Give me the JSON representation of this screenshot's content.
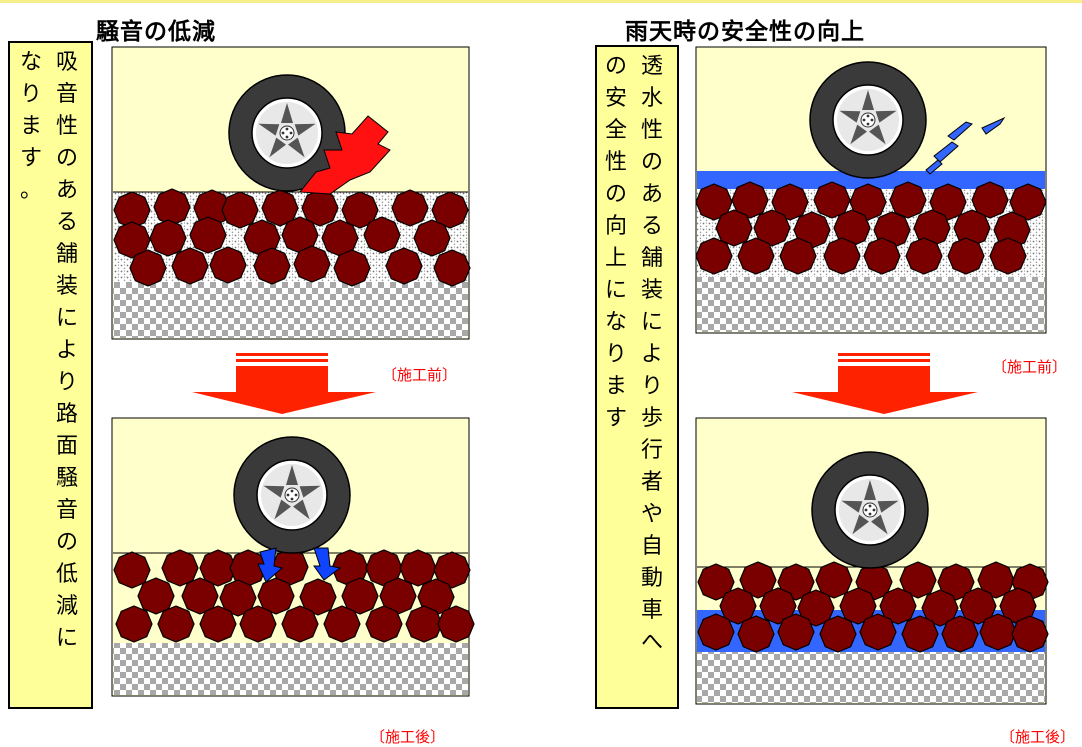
{
  "left_panel": {
    "title": "騒音の低減",
    "text_col1": "吸音性のある舗装により路面騒音の低減に",
    "text_col2": "なります。",
    "caption_before": "〔施工前〕",
    "caption_after": "〔施工後〕"
  },
  "right_panel": {
    "title": "雨天時の安全性の向上",
    "text_col1": "透水性のある舗装により歩行者や自動車へ",
    "text_col2": "の安全性の向上になります",
    "caption_before": "〔施工前〕",
    "caption_after": "〔施工後〕"
  },
  "colors": {
    "panel_bg": "#ffffcc",
    "text_box_bg": "#ffff99",
    "aggregate": "#7a0000",
    "water": "#3366ff",
    "arrow": "#ff2200",
    "caption": "#ff0000"
  }
}
